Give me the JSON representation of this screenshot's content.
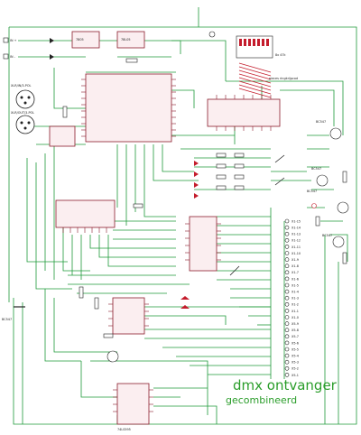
{
  "title": "dmx ontvanger",
  "subtitle": "gecombineerd",
  "components": {
    "ic_reg1": "7805",
    "ic_reg2": "78L05",
    "ic_main": "",
    "ic_buf": "",
    "ic_lower": "",
    "ic_bottom": "74LS595",
    "ic_small": "",
    "dip": "8x 47k",
    "header_note": "pieces ringkrijpcod",
    "xlr_in": "XLR/IN/3-POL",
    "xlr_out": "XLR/OUT/3-POL",
    "t1": "BC547",
    "t2": "BC547",
    "t3": "BC547",
    "t4": "BC547",
    "t5": "BC547",
    "in_plus": "IN +",
    "in_min": "IN -"
  },
  "outputs": [
    "X1-15",
    "X1-14",
    "X1-13",
    "X1-12",
    "X1-11",
    "X1-10",
    "X1-9",
    "X1-8",
    "X1-7",
    "X1-6",
    "X1-5",
    "X1-4",
    "X1-3",
    "X1-2",
    "X1-1",
    "X1-0",
    "X5-9",
    "X5-8",
    "X5-7",
    "X5-6",
    "X5-5",
    "X5-4",
    "X5-3",
    "X5-2",
    "X5-1"
  ]
}
